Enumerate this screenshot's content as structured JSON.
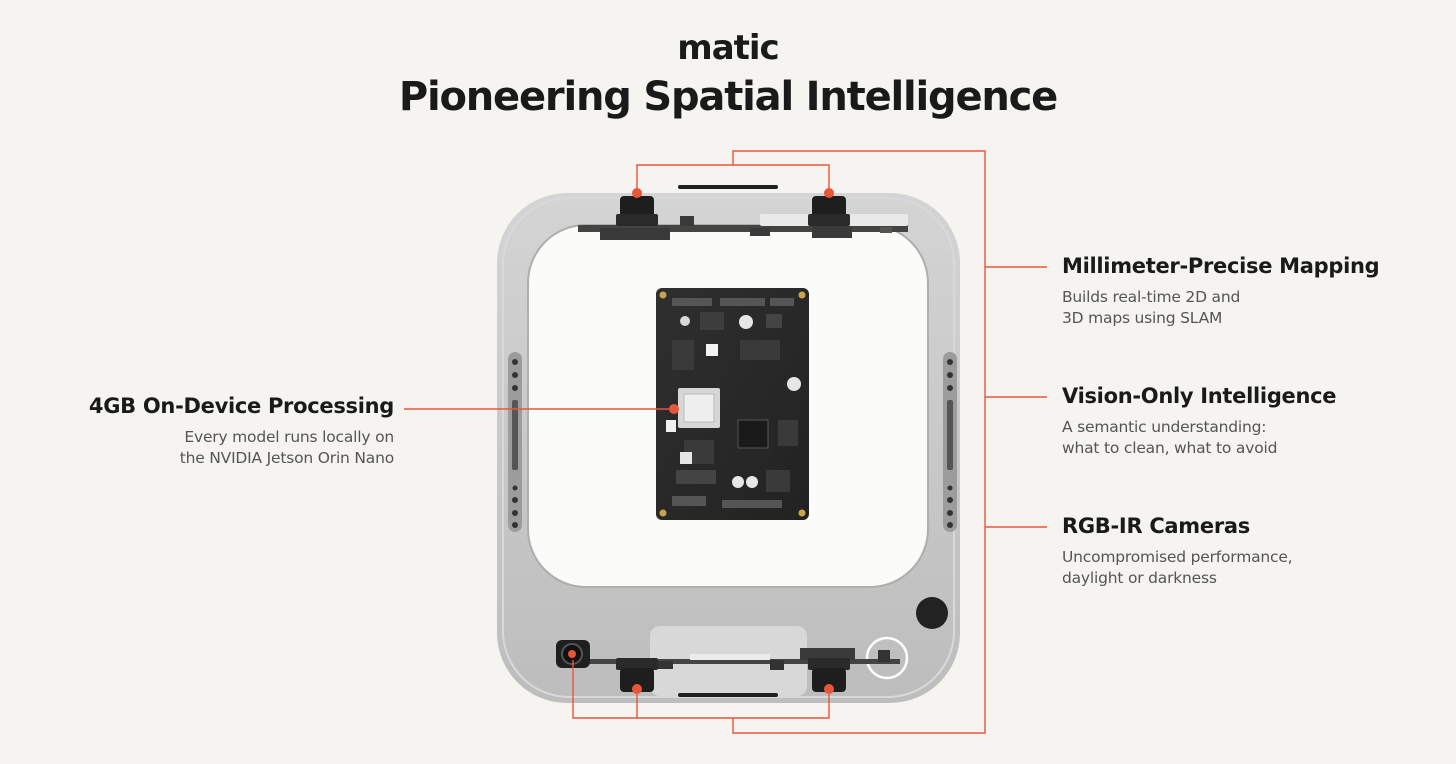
{
  "header": {
    "brand": "matic",
    "title": "Pioneering Spatial Intelligence"
  },
  "features": {
    "processing": {
      "title": "4GB On-Device Processing",
      "desc": [
        "Every model runs locally on",
        "the NVIDIA Jetson Orin Nano"
      ]
    },
    "mapping": {
      "title": "Millimeter-Precise Mapping",
      "desc": [
        "Builds real-time 2D and",
        "3D maps using SLAM"
      ]
    },
    "vision": {
      "title": "Vision-Only Intelligence",
      "desc": [
        "A semantic understanding:",
        "what to clean, what to avoid"
      ]
    },
    "cameras": {
      "title": "RGB-IR Cameras",
      "desc": [
        "Uncompromised performance,",
        "daylight or darkness"
      ]
    }
  },
  "colors": {
    "accent": "#e8563a",
    "background": "#f5f4f0",
    "device_shell": "#c9c9c9",
    "board": "#2b2b2b"
  }
}
